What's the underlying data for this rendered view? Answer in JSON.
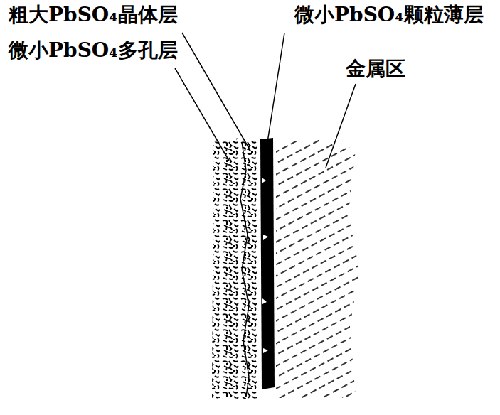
{
  "diagram": {
    "labels": [
      "粗大PbSO₄晶体层",
      "微小PbSO₄颗粒薄层",
      "微小PbSO₄多孔层",
      "金属区"
    ]
  }
}
